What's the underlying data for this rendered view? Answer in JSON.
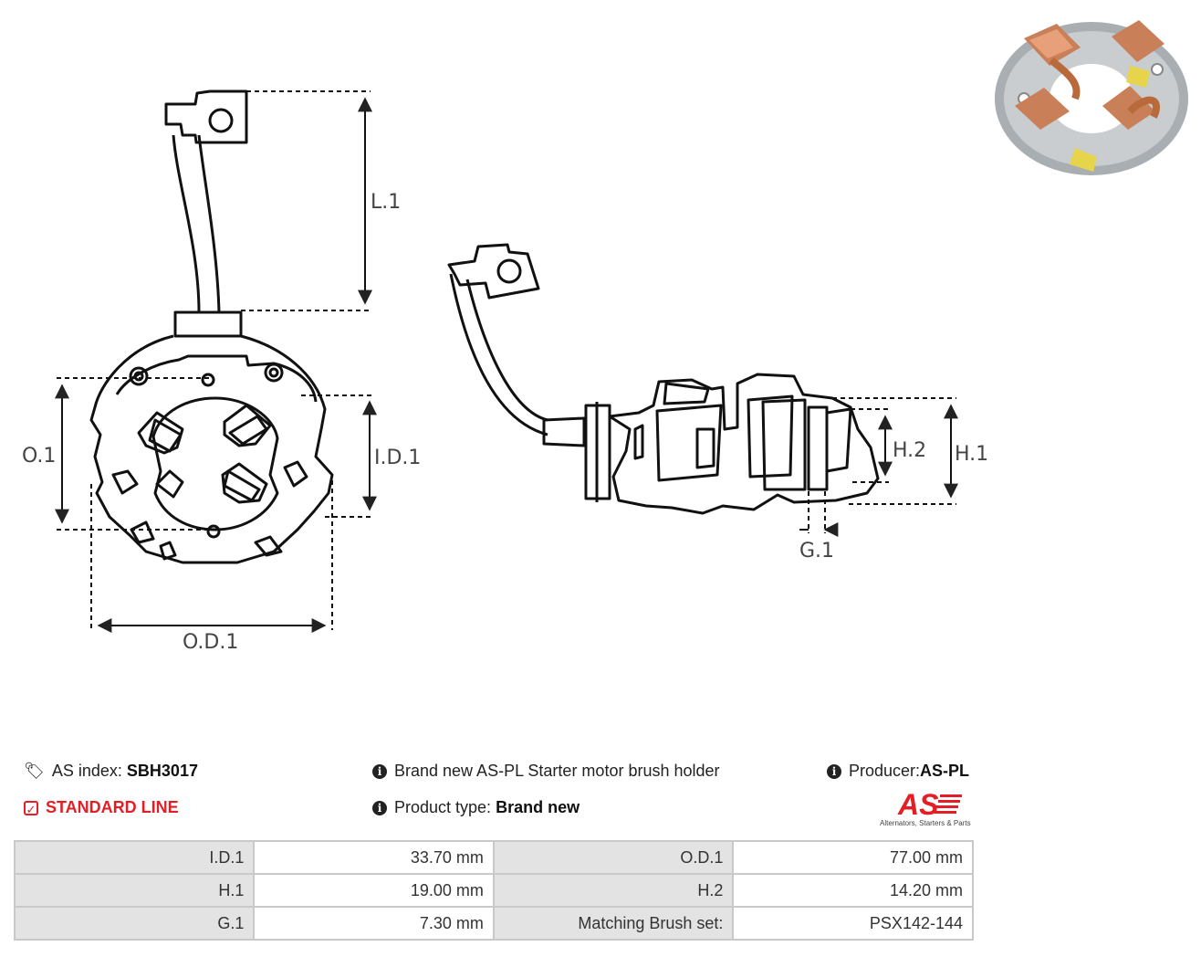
{
  "drawing": {
    "labels": {
      "l1": "L.1",
      "o1": "O.1",
      "id1": "I.D.1",
      "od1": "O.D.1",
      "h1": "H.1",
      "h2": "H.2",
      "g1": "G.1"
    }
  },
  "info": {
    "as_index_label": "AS index:",
    "as_index_value": "SBH3017",
    "line": "STANDARD LINE",
    "description": "Brand new AS-PL Starter motor brush holder",
    "product_type_label": "Product type:",
    "product_type_value": "Brand new",
    "producer_label": "Producer:",
    "producer_value": "AS-PL"
  },
  "logo": {
    "text": "AS",
    "subtitle": "Alternators, Starters & Parts",
    "color": "#e31e24"
  },
  "specs": {
    "rows": [
      {
        "k1": "I.D.1",
        "v1": "33.70 mm",
        "k2": "O.D.1",
        "v2": "77.00 mm"
      },
      {
        "k1": "H.1",
        "v1": "19.00 mm",
        "k2": "H.2",
        "v2": "14.20 mm"
      },
      {
        "k1": "G.1",
        "v1": "7.30 mm",
        "k2": "Matching Brush set:",
        "v2": "PSX142-144"
      }
    ]
  },
  "colors": {
    "accent_red": "#e31e24",
    "table_key_bg": "#e3e3e3",
    "table_border": "#c9c9c9"
  }
}
